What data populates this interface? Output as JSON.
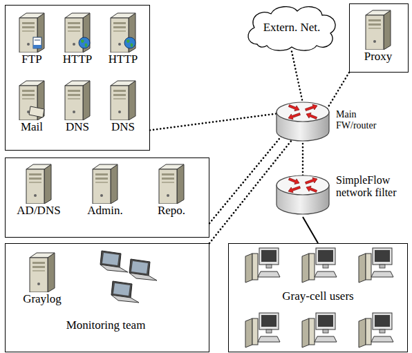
{
  "diagram": {
    "nodes": [
      {
        "text": []
      },
      {
        "text": [
          "FTP"
        ],
        "in": 0
      },
      {
        "text": [
          "HTTP"
        ],
        "in": 0
      },
      {
        "text": [
          "HTTP"
        ],
        "in": 0
      },
      {
        "text": [
          "Mail"
        ],
        "in": 0
      },
      {
        "text": [
          "DNS"
        ],
        "in": 0
      },
      {
        "text": [
          "DNS"
        ],
        "in": 0
      },
      {
        "text": [
          "Extern. Net."
        ]
      },
      {
        "text": []
      },
      {
        "text": [
          "Proxy"
        ],
        "in": 8
      },
      {
        "text": [
          "Main FW/router"
        ]
      },
      {
        "text": []
      },
      {
        "text": [
          "AD/DNS"
        ],
        "in": 11
      },
      {
        "text": [
          "Admin."
        ],
        "in": 11
      },
      {
        "text": [
          "Repo."
        ],
        "in": 11
      },
      {
        "text": []
      },
      {
        "text": [
          "Graylog"
        ],
        "in": 15
      },
      {
        "text": [
          "Monitoring team"
        ],
        "in": 15
      },
      {
        "text": [
          "SimpleFlow network filter"
        ]
      },
      {
        "text": [
          "Gray-cell users"
        ]
      }
    ],
    "edges": [
      {
        "from": 7,
        "to": 10,
        "arrow": "none"
      },
      {
        "from": 0,
        "to": 10,
        "arrow": "none"
      },
      {
        "from": 8,
        "to": 10,
        "arrow": "none"
      },
      {
        "from": 11,
        "to": 10,
        "arrow": "none"
      },
      {
        "from": 15,
        "to": 10,
        "arrow": "none"
      },
      {
        "from": 10,
        "to": 18,
        "arrow": "none"
      },
      {
        "from": 18,
        "to": 19,
        "arrow": "none"
      }
    ]
  }
}
